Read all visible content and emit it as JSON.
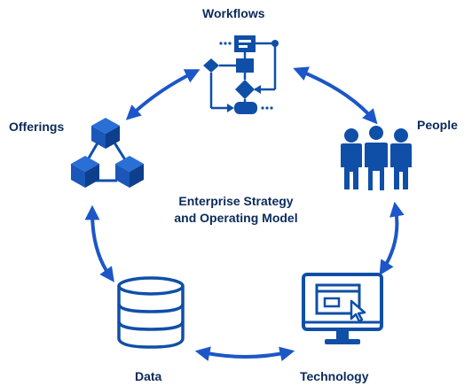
{
  "diagram": {
    "center_line_1": "Enterprise Strategy",
    "center_line_2": "and Operating Model",
    "nodes": {
      "workflows": "Workflows",
      "people": "People",
      "technology": "Technology",
      "data": "Data",
      "offerings": "Offerings"
    }
  },
  "colors": {
    "icon_blue": "#0f4fa8",
    "arrow_blue": "#1c56c8",
    "text": "#0b2a5b"
  }
}
